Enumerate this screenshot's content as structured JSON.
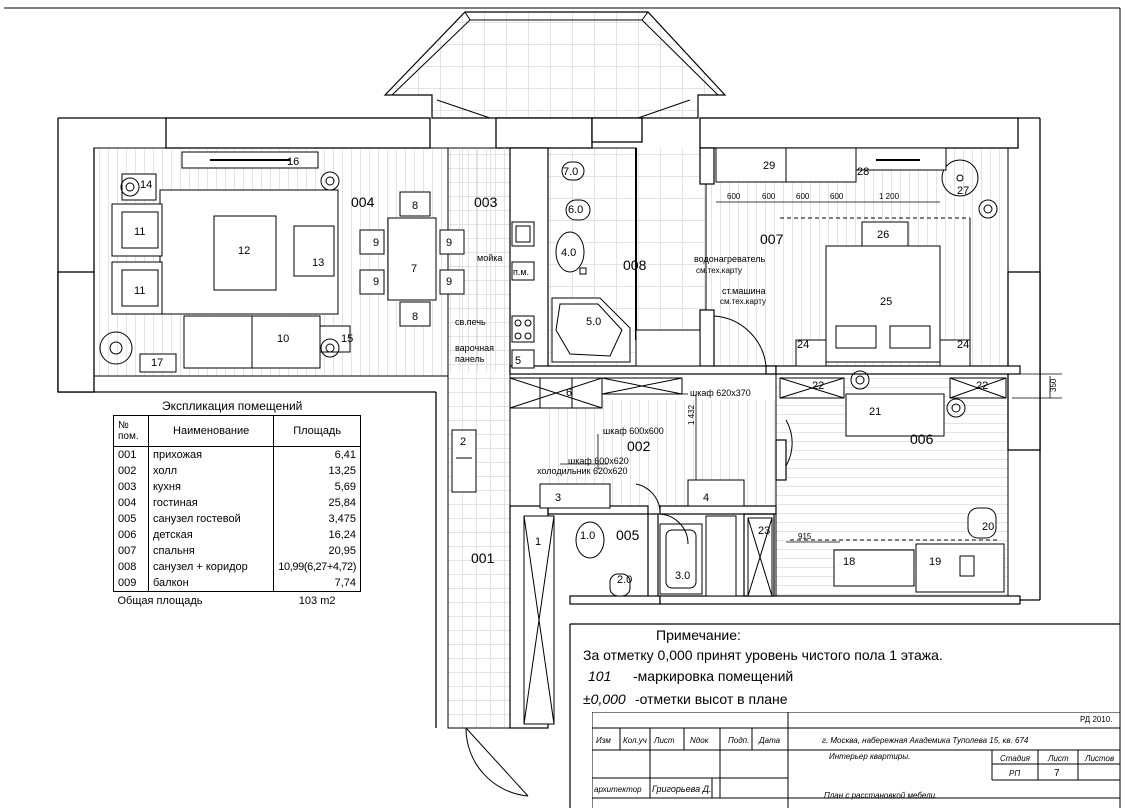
{
  "explication": {
    "title": "Экспликация помещений",
    "headers": {
      "num": "№\nпом.",
      "name": "Наименование",
      "area": "Площадь"
    },
    "rows": [
      {
        "num": "001",
        "name": "прихожая",
        "area": "6,41"
      },
      {
        "num": "002",
        "name": "холл",
        "area": "13,25"
      },
      {
        "num": "003",
        "name": "кухня",
        "area": "5,69"
      },
      {
        "num": "004",
        "name": "гостиная",
        "area": "25,84"
      },
      {
        "num": "005",
        "name": "санузел гостевой",
        "area": "3,475"
      },
      {
        "num": "006",
        "name": "детская",
        "area": "16,24"
      },
      {
        "num": "007",
        "name": "спальня",
        "area": "20,95"
      },
      {
        "num": "008",
        "name": "санузел + коридор",
        "area": "10,99(6,27+4,72)"
      },
      {
        "num": "009",
        "name": "балкон",
        "area": "7,74"
      }
    ],
    "total_label": "Общая площадь",
    "total_value": "103 m2"
  },
  "rooms": {
    "r001": "001",
    "r002": "002",
    "r003": "003",
    "r004": "004",
    "r005": "005",
    "r006": "006",
    "r007": "007",
    "r008": "008"
  },
  "furniture": {
    "f1": "1",
    "f2": "2",
    "f3": "3",
    "f4": "4",
    "f5": "5",
    "f6": "6",
    "f7": "7",
    "f8a": "8",
    "f8b": "8",
    "f9a": "9",
    "f9b": "9",
    "f9c": "9",
    "f9d": "9",
    "f10": "10",
    "f11a": "11",
    "f11b": "11",
    "f12": "12",
    "f13": "13",
    "f14": "14",
    "f15": "15",
    "f16": "16",
    "f17": "17",
    "f18": "18",
    "f19": "19",
    "f20": "20",
    "f21": "21",
    "f22a": "22",
    "f22b": "22",
    "f23": "23",
    "f24a": "24",
    "f24b": "24",
    "f25": "25",
    "f26": "26",
    "f27": "27",
    "f28": "28",
    "f29": "29"
  },
  "fixtures": {
    "f10x": "1.0",
    "f20x": "2.0",
    "f30x": "3.0",
    "f40x": "4.0",
    "f50x": "5.0",
    "f60x": "6.0",
    "f70x": "7.0"
  },
  "labels": {
    "sink": "мойка",
    "dishwasher": "п.м.",
    "oven": "св.печь",
    "cooktop": "варочная\nпанель",
    "heater": "водонагреватель",
    "heater_ref": "см.тех.карту",
    "washer": "ст.машина",
    "washer_ref": "см.тех.карту",
    "wardrobe_620_370": "шкаф 620х370",
    "wardrobe_600_600": "шкаф 600х600",
    "wardrobe_600_620": "шкаф 600х620",
    "fridge": "холодильник 620х620"
  },
  "dimensions": {
    "d600a": "600",
    "d600b": "600",
    "d600c": "600",
    "d600d": "600",
    "d1200": "1 200",
    "d1432": "1 432",
    "d915": "915",
    "d350": "350"
  },
  "note": {
    "title": "Примечание:",
    "line1": "За отметку 0,000 принят уровень чистого пола 1 этажа.",
    "marker_example": "101",
    "marker_text": "-маркировка помещений",
    "level_example": "±0,000",
    "level_text": "-отметки высот в плане"
  },
  "stamp": {
    "code": "РД 2010.",
    "address": "г. Москва, набережная Академика Туполева 15, кв. 674",
    "col_izm": "Изм",
    "col_kol": "Кол.уч",
    "col_list": "Лист",
    "col_ndok": "Nдок",
    "col_podp": "Подп.",
    "col_data": "Дата",
    "project": "Интерьер квартиры.",
    "stage_label": "Стадия",
    "sheet_label": "Лист",
    "sheets_label": "Листов",
    "stage_value": "РП",
    "sheet_value": "7",
    "role": "архитектор",
    "author": "Григорьева Д.",
    "drawing": "План с расстановкой мебели."
  }
}
